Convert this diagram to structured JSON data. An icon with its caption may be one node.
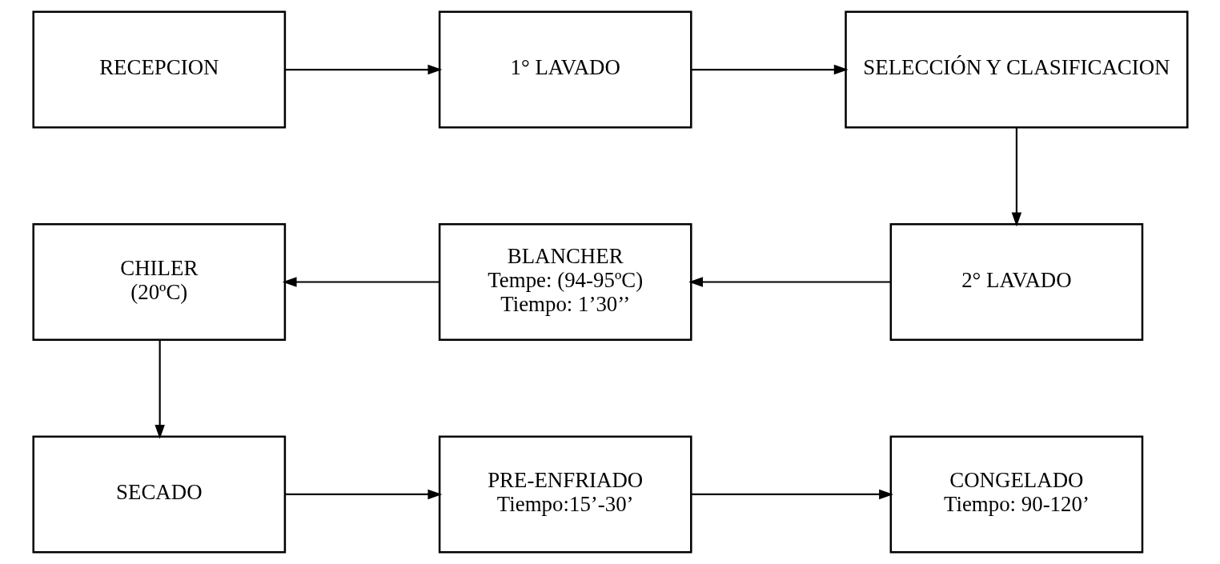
{
  "diagram": {
    "nodes": [
      {
        "text": [
          "RECEPCION"
        ]
      },
      {
        "text": [
          "1° LAVADO"
        ]
      },
      {
        "text": [
          "SELECCIÓN Y CLASIFICACION"
        ]
      },
      {
        "text": [
          "2° LAVADO"
        ]
      },
      {
        "text": [
          "BLANCHER",
          "Tempe: (94-95ºC)",
          "Tiempo: 1’30’’"
        ]
      },
      {
        "text": [
          "CHILER",
          "(20ºC)"
        ]
      },
      {
        "text": [
          "SECADO"
        ]
      },
      {
        "text": [
          "PRE-ENFRIADO",
          "Tiempo:15’-30’"
        ]
      },
      {
        "text": [
          "CONGELADO",
          "Tiempo: 90-120’"
        ]
      }
    ],
    "edges": [
      {
        "from": 0,
        "to": 1,
        "arrow": "to"
      },
      {
        "from": 1,
        "to": 2,
        "arrow": "to"
      },
      {
        "from": 2,
        "to": 3,
        "arrow": "to"
      },
      {
        "from": 3,
        "to": 4,
        "arrow": "to"
      },
      {
        "from": 4,
        "to": 5,
        "arrow": "to"
      },
      {
        "from": 5,
        "to": 6,
        "arrow": "to"
      },
      {
        "from": 6,
        "to": 7,
        "arrow": "to"
      },
      {
        "from": 7,
        "to": 8,
        "arrow": "to"
      }
    ]
  }
}
